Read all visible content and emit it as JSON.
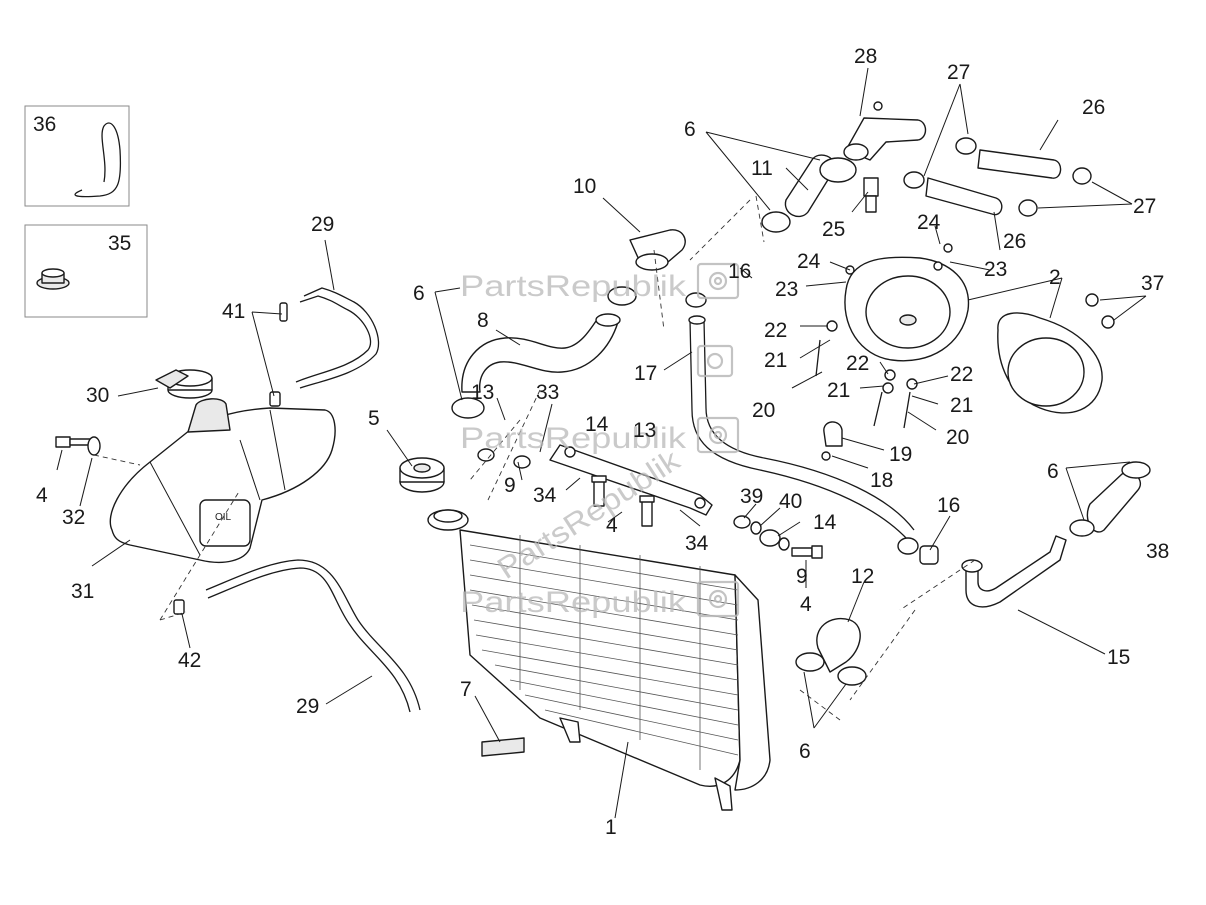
{
  "watermark": {
    "text": "PartsRepublik"
  },
  "callouts": {
    "c1": "1",
    "c2": "2",
    "c4a": "4",
    "c4b": "4",
    "c4c": "4",
    "c5": "5",
    "c6a": "6",
    "c6b": "6",
    "c6c": "6",
    "c6d": "6",
    "c7": "7",
    "c8": "8",
    "c9a": "9",
    "c9b": "9",
    "c10": "10",
    "c11": "11",
    "c12": "12",
    "c13a": "13",
    "c13b": "13",
    "c14a": "14",
    "c14b": "14",
    "c15": "15",
    "c16a": "16",
    "c16b": "16",
    "c17": "17",
    "c18": "18",
    "c19": "19",
    "c20a": "20",
    "c20b": "20",
    "c21a": "21",
    "c21b": "21",
    "c21c": "21",
    "c22a": "22",
    "c22b": "22",
    "c22c": "22",
    "c23a": "23",
    "c23b": "23",
    "c24a": "24",
    "c24b": "24",
    "c25": "25",
    "c26a": "26",
    "c26b": "26",
    "c27a": "27",
    "c27b": "27",
    "c28": "28",
    "c29a": "29",
    "c29b": "29",
    "c30": "30",
    "c31": "31",
    "c32": "32",
    "c33": "33",
    "c34a": "34",
    "c34b": "34",
    "c35": "35",
    "c36": "36",
    "c37": "37",
    "c38": "38",
    "c39": "39",
    "c40": "40",
    "c41": "41",
    "c42": "42"
  },
  "colors": {
    "line": "#1a1a1a",
    "watermark": "#b9b9b9",
    "background": "#ffffff"
  }
}
